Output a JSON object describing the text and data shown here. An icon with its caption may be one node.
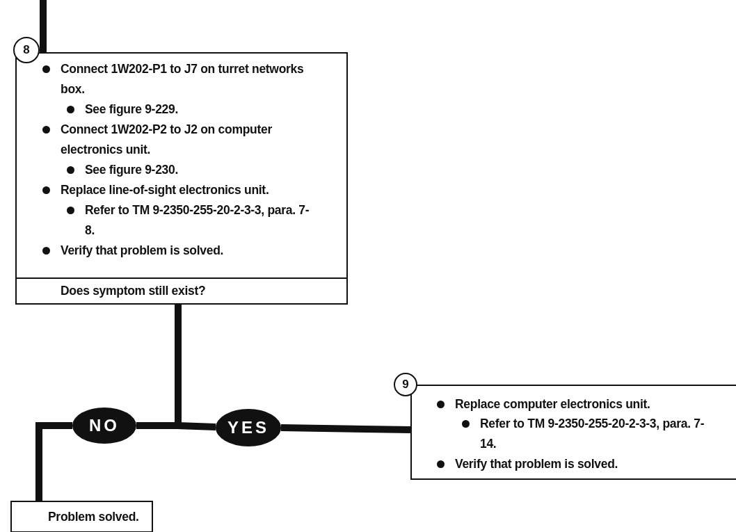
{
  "diagram": {
    "nodes": [
      {
        "text": [
          "8"
        ]
      },
      {
        "text": [
          "Connect 1W202-P1 to J7 on turret networks box.",
          "See figure 9-229.",
          "Connect 1W202-P2 to J2 on computer electronics unit.",
          "See figure 9-230.",
          "Replace line-of-sight electronics unit.",
          "Refer to TM 9-2350-255-20-2-3-3, para. 7-8.",
          "Verify that problem is solved."
        ]
      },
      {
        "text": [
          "Does symptom still exist?"
        ],
        "in": 1
      },
      {
        "text": [
          "NO"
        ]
      },
      {
        "text": [
          "YES"
        ]
      },
      {
        "text": [
          "9"
        ]
      },
      {
        "text": [
          "Replace computer electronics unit.",
          "Refer to TM 9-2350-255-20-2-3-3, para. 7-14.",
          "Verify that problem is solved."
        ]
      },
      {
        "text": [
          "Problem solved."
        ]
      }
    ],
    "edges": [
      {
        "from": null,
        "to": 1,
        "arrow": "none"
      },
      {
        "from": 2,
        "to": 3,
        "arrow": "none"
      },
      {
        "from": 2,
        "to": 4,
        "arrow": "none"
      },
      {
        "from": 3,
        "to": 7,
        "arrow": "none"
      },
      {
        "from": 4,
        "to": 6,
        "arrow": "none"
      }
    ]
  }
}
